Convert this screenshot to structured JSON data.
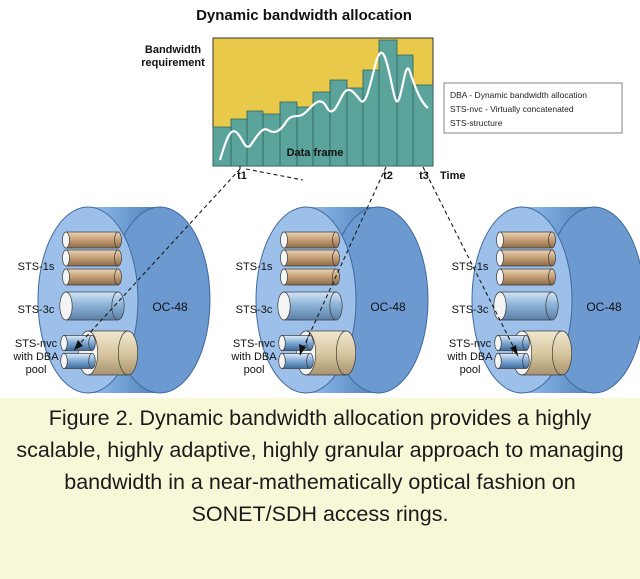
{
  "diagram": {
    "title": "Dynamic bandwidth allocation",
    "bandwidth_label_line1": "Bandwidth",
    "bandwidth_label_line2": "requirement",
    "data_frame_label": "Data frame",
    "time_label": "Time",
    "time_markers": [
      "t1",
      "t2",
      "t3"
    ],
    "legend": [
      "DBA - Dynamic bandwidth allocation",
      "STS-nvc - Virtually concatenated",
      "STS-structure"
    ],
    "rings": [
      {
        "ring_label": "OC-48",
        "sts1_label": "STS-1s",
        "sts3c_label": "STS-3c",
        "dba_label_line1": "STS-nvc",
        "dba_label_line2": "with DBA",
        "dba_label_line3": "pool"
      },
      {
        "ring_label": "OC-48",
        "sts1_label": "STS-1s",
        "sts3c_label": "STS-3c",
        "dba_label_line1": "STS-nvc",
        "dba_label_line2": "with DBA",
        "dba_label_line3": "pool"
      },
      {
        "ring_label": "OC-48",
        "sts1_label": "STS-1s",
        "sts3c_label": "STS-3c",
        "dba_label_line1": "STS-nvc",
        "dba_label_line2": "with DBA",
        "dba_label_line3": "pool"
      }
    ],
    "colors": {
      "demand_fill": "#e8c94a",
      "allocation_fill": "#5aa49c",
      "curve": "#ffffff",
      "ring_blue": "#6f9fd8",
      "tube_tan": "#c9a37a",
      "tube_blue": "#8fb4d8",
      "dba_tube_tan": "#d8c7a0"
    }
  },
  "caption": "Figure 2. Dynamic bandwidth allocation provides a highly scalable, highly adaptive, highly granular approach to managing bandwidth in a near-mathematically optical fashion on SONET/SDH access rings."
}
